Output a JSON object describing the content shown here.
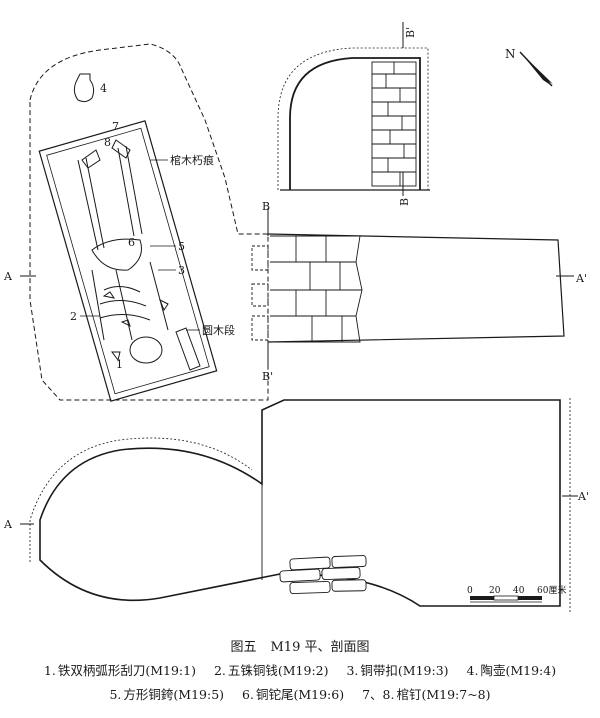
{
  "figure": {
    "title_number": "图五",
    "title_text": "M19 平、剖面图"
  },
  "legend": {
    "row1": [
      {
        "num": "1.",
        "text": "铁双柄弧形刮刀(M19:1)"
      },
      {
        "num": "2.",
        "text": "五铢铜钱(M19:2)"
      },
      {
        "num": "3.",
        "text": "铜带扣(M19:3)"
      },
      {
        "num": "4.",
        "text": "陶壶(M19:4)"
      }
    ],
    "row2": [
      {
        "num": "5.",
        "text": "方形铜銙(M19:5)"
      },
      {
        "num": "6.",
        "text": "铜铊尾(M19:6)"
      },
      {
        "num": "7、8.",
        "text": "棺钉(M19:7~8)"
      }
    ]
  },
  "annotations": {
    "coffin_remains": "棺木朽痕",
    "round_log": "圆木段",
    "item_numbers": [
      "1",
      "2",
      "3",
      "4",
      "5",
      "6",
      "7",
      "8"
    ]
  },
  "section_markers": {
    "a": "A",
    "a_prime": "A'",
    "b": "B",
    "b_prime": "B'"
  },
  "compass": {
    "label": "N"
  },
  "scale_bar": {
    "ticks": [
      "0",
      "20",
      "40",
      "60厘米"
    ]
  }
}
